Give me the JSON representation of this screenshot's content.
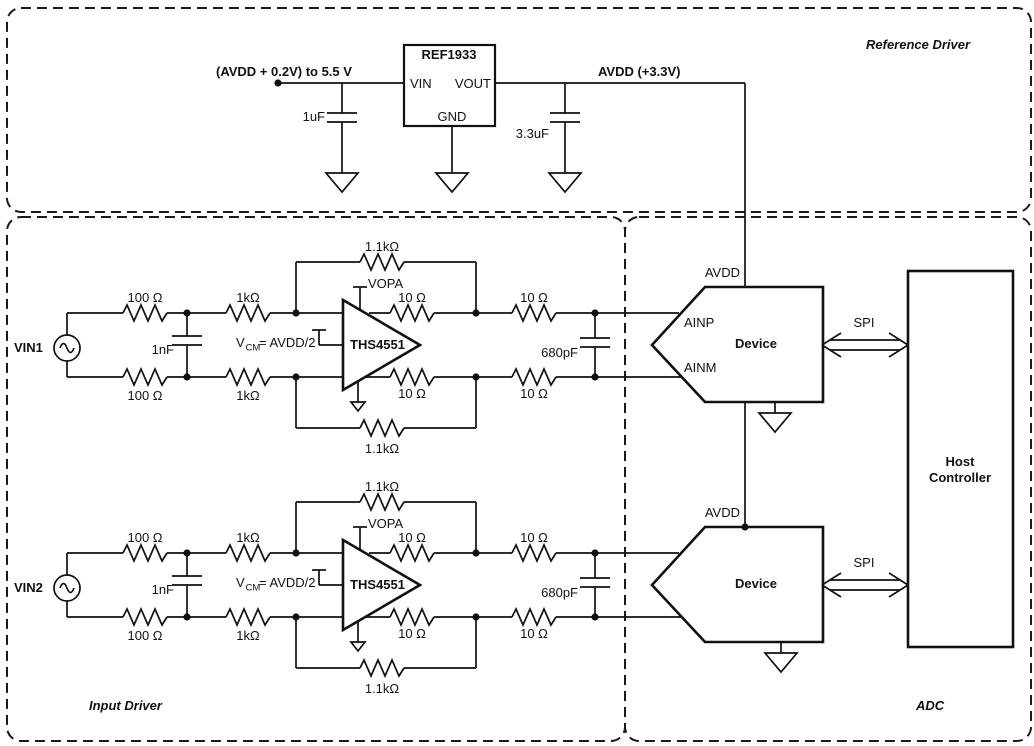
{
  "colors": {
    "ink": "#111111",
    "background": "#ffffff"
  },
  "sections": {
    "reference_driver": {
      "label": "Reference Driver"
    },
    "input_driver": {
      "label": "Input Driver"
    },
    "adc": {
      "label": "ADC"
    }
  },
  "reference": {
    "input_label": "(AVDD + 0.2V) to 5.5 V",
    "input_cap": "1uF",
    "regulator": "REF1933",
    "pin_vin": "VIN",
    "pin_vout": "VOUT",
    "pin_gnd": "GND",
    "output_cap": "3.3uF",
    "output_label": "AVDD (+3.3V)"
  },
  "channels": [
    {
      "source": "VIN1",
      "r_src_top": "100 Ω",
      "r_src_bot": "100 Ω",
      "c_in": "1nF",
      "r_gain_top": "1kΩ",
      "r_gain_bot": "1kΩ",
      "vcm_v": "V",
      "vcm_sub": "CM",
      "vcm_eq": "= AVDD/2",
      "supply": "VOPA",
      "amp": "THS4551",
      "r_fb_top": "1.1kΩ",
      "r_fb_bot": "1.1kΩ",
      "r_out1_top": "10 Ω",
      "r_out1_bot": "10 Ω",
      "r_out2_top": "10 Ω",
      "r_out2_bot": "10 Ω",
      "c_filt": "680pF"
    },
    {
      "source": "VIN2",
      "r_src_top": "100 Ω",
      "r_src_bot": "100 Ω",
      "c_in": "1nF",
      "r_gain_top": "1kΩ",
      "r_gain_bot": "1kΩ",
      "vcm_v": "V",
      "vcm_sub": "CM",
      "vcm_eq": "= AVDD/2",
      "supply": "VOPA",
      "amp": "THS4551",
      "r_fb_top": "1.1kΩ",
      "r_fb_bot": "1.1kΩ",
      "r_out1_top": "10 Ω",
      "r_out1_bot": "10 Ω",
      "r_out2_top": "10 Ω",
      "r_out2_bot": "10 Ω",
      "c_filt": "680pF"
    }
  ],
  "adc": {
    "devices": [
      {
        "supply_pin": "AVDD",
        "name": "Device",
        "in_p": "AINP",
        "in_m": "AINM",
        "bus": "SPI"
      },
      {
        "supply_pin": "AVDD",
        "name": "Device",
        "bus": "SPI"
      }
    ],
    "host": {
      "line1": "Host",
      "line2": "Controller"
    }
  }
}
